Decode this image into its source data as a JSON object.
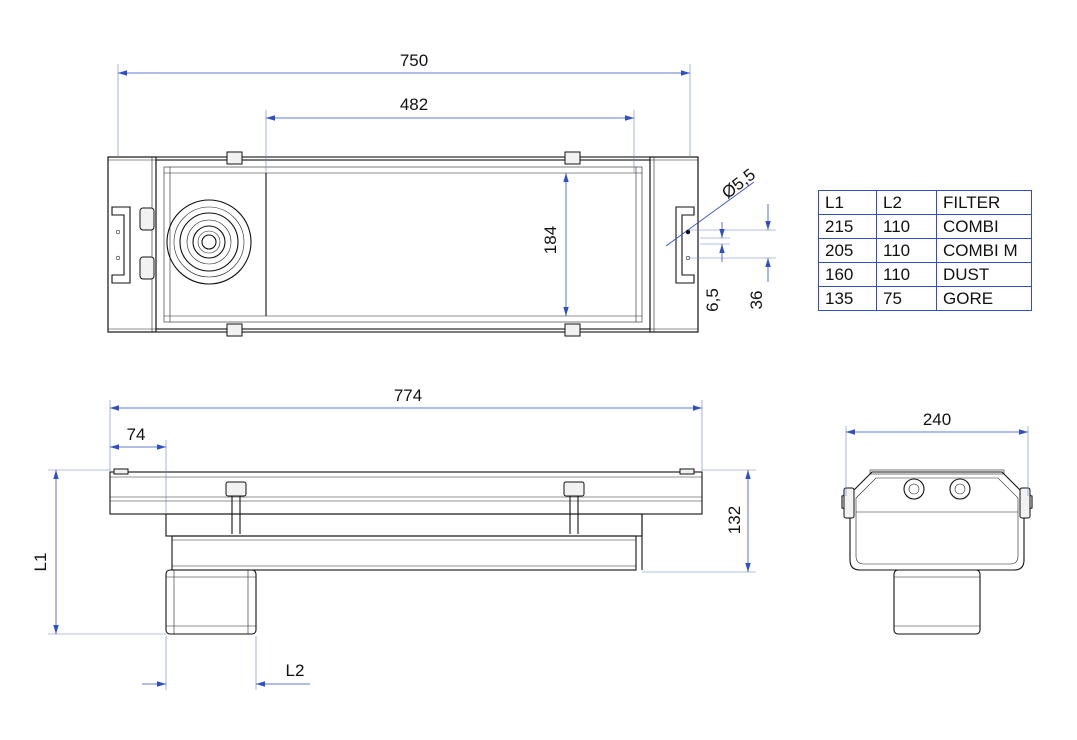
{
  "dimensions": {
    "top_width": "750",
    "top_inner": "482",
    "top_height": "184",
    "hole_diameter": "Ø5,5",
    "slot_offset": "6,5",
    "slot_height": "36",
    "side_length": "774",
    "side_offset": "74",
    "side_height": "132",
    "side_l1": "L1",
    "side_l2": "L2",
    "end_width": "240"
  },
  "table": {
    "headers": [
      "L1",
      "L2",
      "FILTER"
    ],
    "rows": [
      [
        "215",
        "110",
        "COMBI"
      ],
      [
        "205",
        "110",
        "COMBI M"
      ],
      [
        "160",
        "110",
        "DUST"
      ],
      [
        "135",
        "75",
        "GORE"
      ]
    ]
  },
  "colors": {
    "dimension_line": "#2f4fc4",
    "part_outline": "#111111"
  }
}
